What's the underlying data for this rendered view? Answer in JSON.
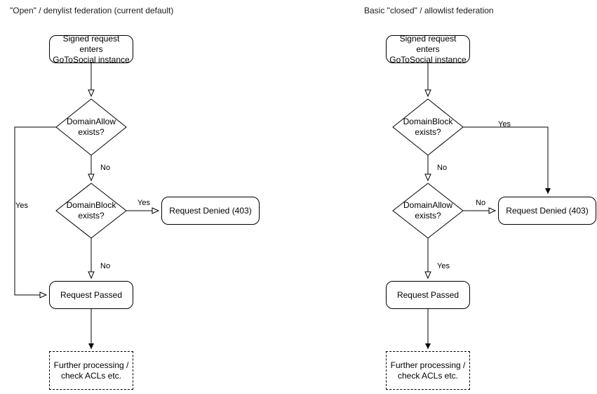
{
  "page": {
    "background": "#ffffff",
    "stroke_color": "#000000",
    "text_color": "#000000"
  },
  "diagrams": [
    {
      "id": "left",
      "title": "\"Open\" / denylist federation (current default)",
      "nodes": {
        "start": "Signed request enters\nGoToSocial instance",
        "decision_1": "DomainAllow\nexists?",
        "decision_2": "DomainBlock\nexists?",
        "denied": "Request Denied (403)",
        "passed": "Request Passed",
        "further": "Further processing /\ncheck ACLs etc."
      },
      "edge_labels": {
        "allow_yes": "Yes",
        "allow_no": "No",
        "block_yes": "Yes",
        "block_no": "No"
      }
    },
    {
      "id": "right",
      "title": "Basic \"closed\" / allowlist federation",
      "nodes": {
        "start": "Signed request enters\nGoToSocial instance",
        "decision_1": "DomainBlock\nexists?",
        "decision_2": "DomainAllow\nexists?",
        "denied": "Request Denied (403)",
        "passed": "Request Passed",
        "further": "Further processing /\ncheck ACLs etc."
      },
      "edge_labels": {
        "block_yes": "Yes",
        "block_no": "No",
        "allow_no": "No",
        "allow_yes": "Yes"
      }
    }
  ]
}
